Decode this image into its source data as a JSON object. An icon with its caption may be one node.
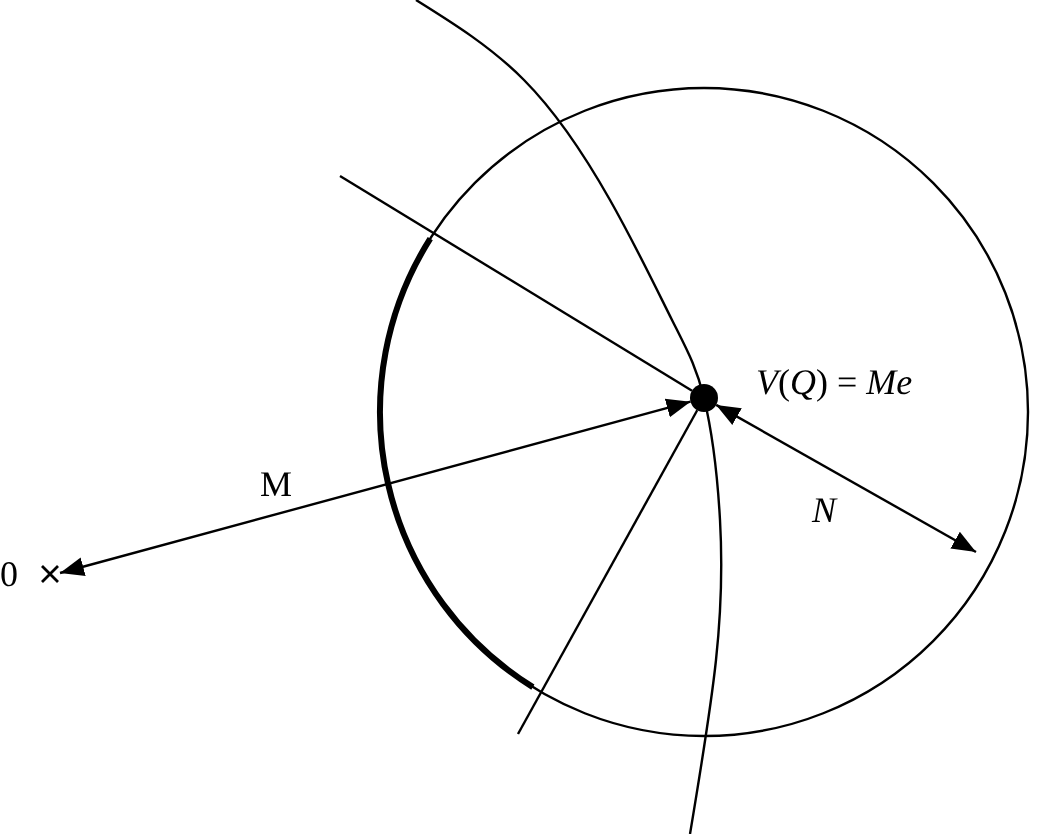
{
  "diagram": {
    "nodes": [
      {
        "text": [],
        "shape": "circle",
        "beside": [
          "*V*(*Q*) = *Me*"
        ]
      },
      {
        "text": [
          "0"
        ]
      }
    ],
    "edges": [
      {
        "from": 0,
        "to": 1,
        "arrow": "both",
        "label": "M"
      },
      {
        "from": 0,
        "to": null,
        "arrow": "both",
        "label": "N"
      },
      {
        "from": 0,
        "to": null,
        "arrow": "none"
      },
      {
        "from": 0,
        "to": null,
        "arrow": "none"
      }
    ]
  }
}
